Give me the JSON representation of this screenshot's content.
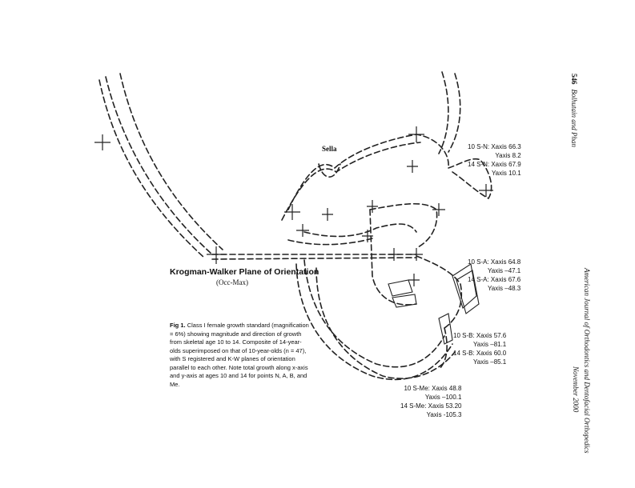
{
  "figure": {
    "sella_label": "Sella",
    "plane_title": "Krogman-Walker Plane of Orientation",
    "plane_subtitle": "(Occ-Max)",
    "caption_bold": "Fig 1.",
    "caption_text": "Class I female growth standard (magnification = 6%) showing magnitude and direction of growth from skeletal age 10 to 14. Composite of 14-year-olds superimposed on that of 10-year-olds (n = 47), with S registered and K-W planes of orientation parallel to each other. Note total growth along x-axis and y-axis at ages 10 and 14 for points N, A, B, and Me.",
    "annotations": {
      "n": [
        "10 S-N: Xaxis 66.3",
        "Yaxis 8.2",
        "14 S-N: Xaxis 67.9",
        "Yaxis 10.1"
      ],
      "a": [
        "10 S-A: Xaxis 64.8",
        "Yaxis –47.1",
        "14 S-A: Xaxis 67.6",
        "Yaxis –48.3"
      ],
      "b": [
        "10 S-B: Xaxis 57.6",
        "Yaxis –81.1",
        "14 S-B: Xaxis 60.0",
        "Yaxis –85.1"
      ],
      "me": [
        "10 S-Me: Xaxis 48.8",
        "Yaxis –100.1",
        "14 S-Me: Xaxis 53.20",
        "Yaxis -105.3"
      ]
    }
  },
  "running_head": {
    "page_number": "546",
    "authors": "Bolhutain and Phan",
    "journal": "American Journal of Orthodontics and Dentofacial Orthopedics",
    "issue": "November 2000"
  }
}
